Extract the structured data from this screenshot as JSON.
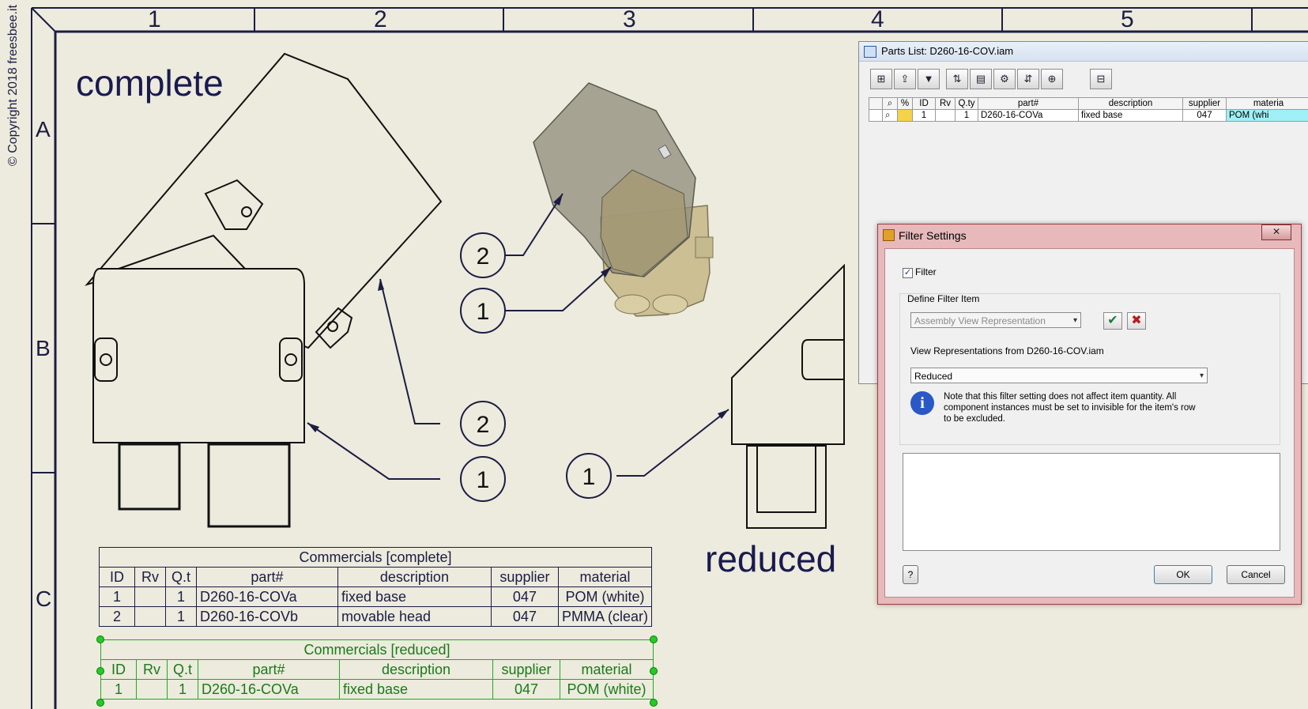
{
  "sheet": {
    "copyright": "© Copyright 2018 freesbee.it",
    "column_labels": [
      "1",
      "2",
      "3",
      "4",
      "5"
    ],
    "row_labels": [
      "A",
      "B",
      "C"
    ],
    "view_complete_title": "complete",
    "view_reduced_title": "reduced",
    "balloons": {
      "iso_2": "2",
      "iso_1": "1",
      "front_2": "2",
      "front_1": "1",
      "reduced_1": "1"
    }
  },
  "table_complete": {
    "title": "Commercials [complete]",
    "headers": [
      "ID",
      "Rv",
      "Q.t",
      "part#",
      "description",
      "supplier",
      "material"
    ],
    "rows": [
      [
        "1",
        "",
        "1",
        "D260-16-COVa",
        "fixed base",
        "047",
        "POM (white)"
      ],
      [
        "2",
        "",
        "1",
        "D260-16-COVb",
        "movable head",
        "047",
        "PMMA (clear)"
      ]
    ]
  },
  "table_reduced": {
    "title": "Commercials [reduced]",
    "headers": [
      "ID",
      "Rv",
      "Q.t",
      "part#",
      "description",
      "supplier",
      "material"
    ],
    "rows": [
      [
        "1",
        "",
        "1",
        "D260-16-COVa",
        "fixed base",
        "047",
        "POM (white)"
      ]
    ]
  },
  "parts_list": {
    "title": "Parts List: D260-16-COV.iam",
    "headers": [
      "",
      "",
      "ID",
      "Rv",
      "Q.ty",
      "part#",
      "description",
      "supplier",
      "materia"
    ],
    "rows": [
      [
        "",
        "",
        "1",
        "",
        "1",
        "D260-16-COVa",
        "fixed base",
        "047",
        "POM (whi"
      ]
    ]
  },
  "filter_dialog": {
    "title": "Filter Settings",
    "close": "✕",
    "filter_label": "Filter",
    "filter_checked": "✓",
    "define_label": "Define Filter Item",
    "filter_item": "Assembly View Representation",
    "view_reps_label": "View Representations from D260-16-COV.iam",
    "view_rep_value": "Reduced",
    "note": "Note that this filter setting does not affect item quantity. All component instances must be set to invisible for the item's row to be excluded.",
    "ok": "OK",
    "cancel": "Cancel",
    "help": "?"
  },
  "colors": {
    "paper": "#ecebdd",
    "ink": "#1c1c44",
    "selection_green": "#22aa22",
    "dialog_frame": "#e7b9bb"
  }
}
